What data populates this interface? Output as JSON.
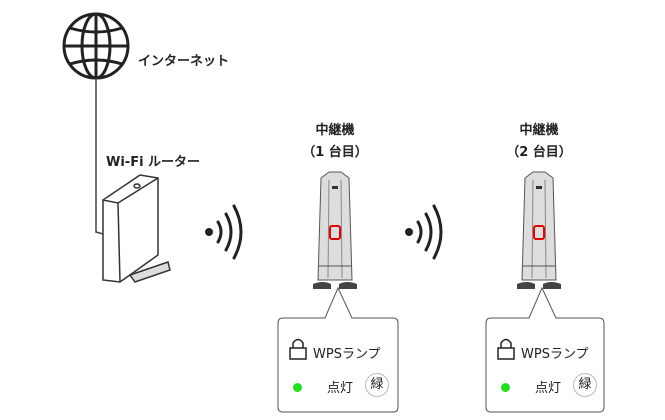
{
  "internet_label": "インターネット",
  "router_label": "Wi-Fi ルーター",
  "repeaters": [
    {
      "title": "中継機",
      "subtitle": "（1 台目）",
      "lamp_name": "WPSランプ",
      "status": "点灯",
      "color_label": "緑"
    },
    {
      "title": "中継機",
      "subtitle": "（2 台目）",
      "lamp_name": "WPSランプ",
      "status": "点灯",
      "color_label": "緑"
    }
  ],
  "colors": {
    "lamp_green": "#22dd22",
    "highlight": "#e00000"
  }
}
